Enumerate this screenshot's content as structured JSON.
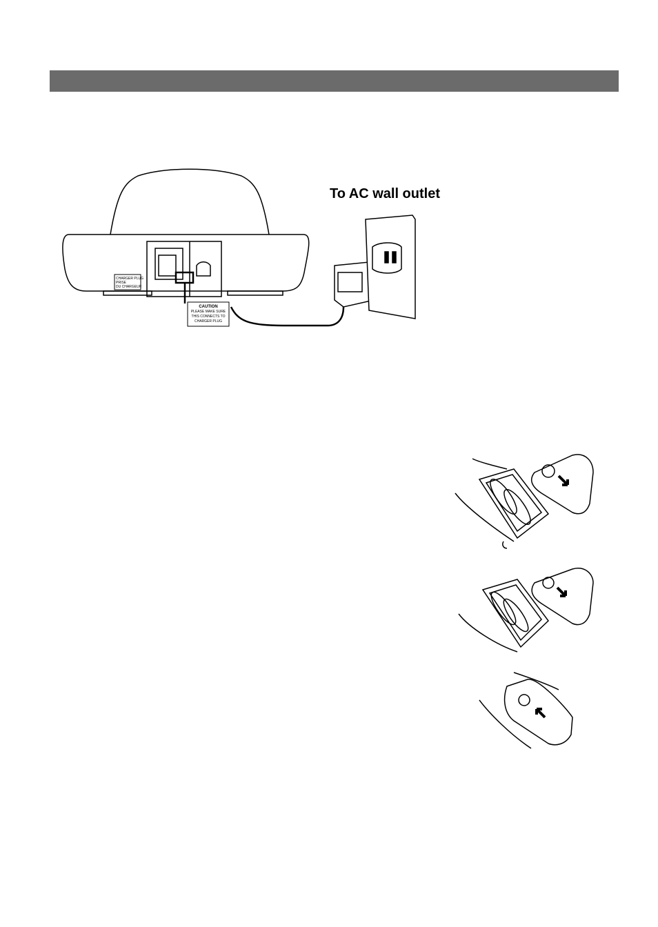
{
  "diagram": {
    "outlet_caption": "To AC wall outlet",
    "charger_label": [
      "CHARGER PLUG",
      "PRISE",
      "DU CHARGEUR"
    ],
    "caution": {
      "title": "CAUTION",
      "lines": [
        "PLEASE MAKE SURE",
        "THIS CONNECTS TO",
        "CHARGER PLUG"
      ]
    }
  },
  "battery_steps": [
    {
      "step": "open-cover",
      "arrow_icon": "arrow-down-right-icon"
    },
    {
      "step": "insert-batteries",
      "arrow_icon": "arrow-down-right-icon"
    },
    {
      "step": "close-cover",
      "arrow_icon": "arrow-up-left-icon"
    }
  ]
}
